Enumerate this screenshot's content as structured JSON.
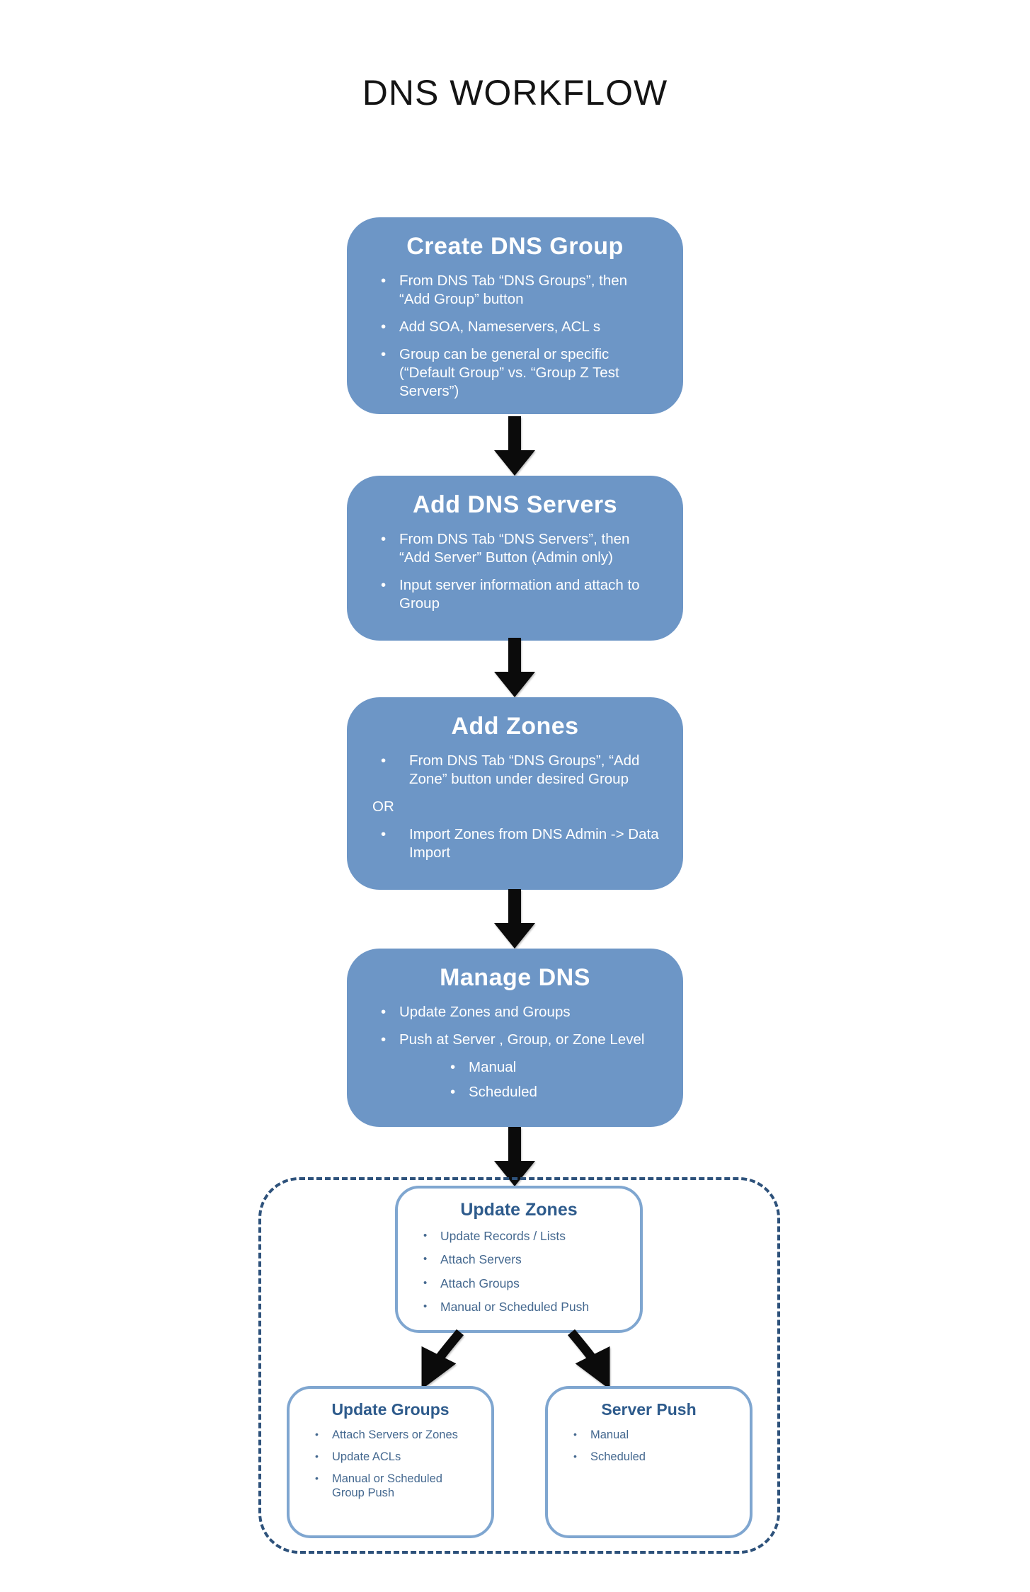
{
  "page_title": "DNS WORKFLOW",
  "colors": {
    "flow_box_fill": "#6D96C6",
    "flow_box_text": "#FFFFFF",
    "detail_box_border": "#7FA6D0",
    "detail_heading_text": "#2E5B8C",
    "detail_bullet_text": "#44688F",
    "dashed_container_border": "#2E527B",
    "arrow": "#0B0B0B",
    "title_text": "#141414"
  },
  "main_boxes": [
    {
      "title": "Create DNS Group",
      "bullets": [
        "From DNS Tab “DNS Groups”, then “Add Group” button",
        "Add SOA, Nameservers, ACL s",
        "Group can be general or specific (“Default Group” vs. “Group Z Test Servers”)"
      ]
    },
    {
      "title": "Add DNS Servers",
      "bullets": [
        "From DNS Tab “DNS Servers”, then “Add Server” Button (Admin only)",
        "Input server information and attach to Group"
      ]
    },
    {
      "title": "Add  Zones",
      "bullets": [
        "From DNS Tab “DNS Groups”, “Add Zone” button under desired Group",
        "OR",
        "Import Zones from DNS Admin -> Data Import"
      ]
    },
    {
      "title": "Manage DNS",
      "bullets": [
        "Update Zones and Groups",
        "Push at Server , Group, or Zone Level"
      ],
      "sub_bullets": [
        "Manual",
        "Scheduled"
      ]
    }
  ],
  "detail_boxes": {
    "update_zones": {
      "title": "Update Zones",
      "bullets": [
        "Update Records / Lists",
        "Attach Servers",
        "Attach Groups",
        "Manual or Scheduled Push"
      ]
    },
    "update_groups": {
      "title": "Update Groups",
      "bullets": [
        "Attach Servers or Zones",
        "Update ACLs",
        "Manual or Scheduled Group Push"
      ]
    },
    "server_push": {
      "title": "Server Push",
      "bullets": [
        "Manual",
        "Scheduled"
      ]
    }
  }
}
